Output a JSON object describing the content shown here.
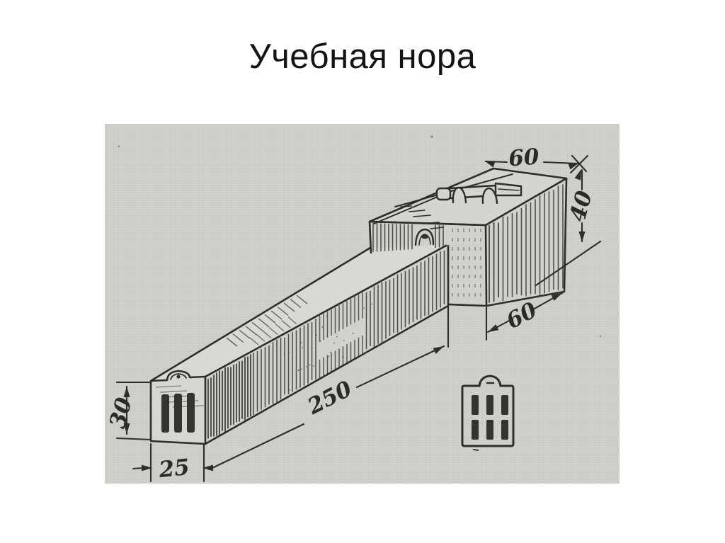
{
  "slide": {
    "title": "Учебная нора"
  },
  "figure": {
    "type": "technical-drawing",
    "dimensions": {
      "box_top_width": "60",
      "box_height": "40",
      "box_front_depth": "60",
      "tunnel_length": "250",
      "tunnel_front_height": "30",
      "tunnel_front_width": "25"
    },
    "colors": {
      "ink": "#2f2d2a",
      "paper_background": "#cfcecb",
      "page_background": "#ffffff"
    }
  }
}
